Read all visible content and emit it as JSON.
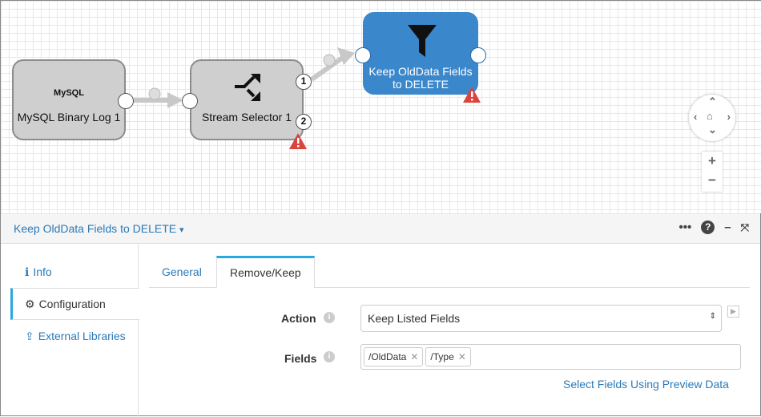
{
  "canvas": {
    "nodes": [
      {
        "label": "MySQL Binary Log 1",
        "logo_text": "MySQL",
        "icon": "mysql-logo"
      },
      {
        "label": "Stream Selector 1",
        "icon": "shuffle-icon",
        "outputs": [
          "1",
          "2"
        ]
      },
      {
        "label": "Keep OldData Fields to DELETE",
        "icon": "funnel-icon",
        "label_line1": "Keep OldData Fields",
        "label_line2": "to DELETE"
      }
    ],
    "accent": "#3a87cb"
  },
  "panel": {
    "title": "Keep OldData Fields to DELETE",
    "title_caret": "▾",
    "icons": [
      "more-icon",
      "help-icon",
      "minimize-icon",
      "expand-icon"
    ]
  },
  "sidebar": {
    "items": [
      {
        "label": "Info",
        "icon": "info-icon"
      },
      {
        "label": "Configuration",
        "icon": "gear-icon"
      },
      {
        "label": "External Libraries",
        "icon": "upload-icon"
      }
    ]
  },
  "tabs": [
    {
      "label": "General"
    },
    {
      "label": "Remove/Keep"
    }
  ],
  "form": {
    "action_label": "Action",
    "action_value": "Keep Listed Fields",
    "fields_label": "Fields",
    "fields": [
      "/OldData",
      "/Type"
    ],
    "preview_link": "Select Fields Using Preview Data"
  }
}
